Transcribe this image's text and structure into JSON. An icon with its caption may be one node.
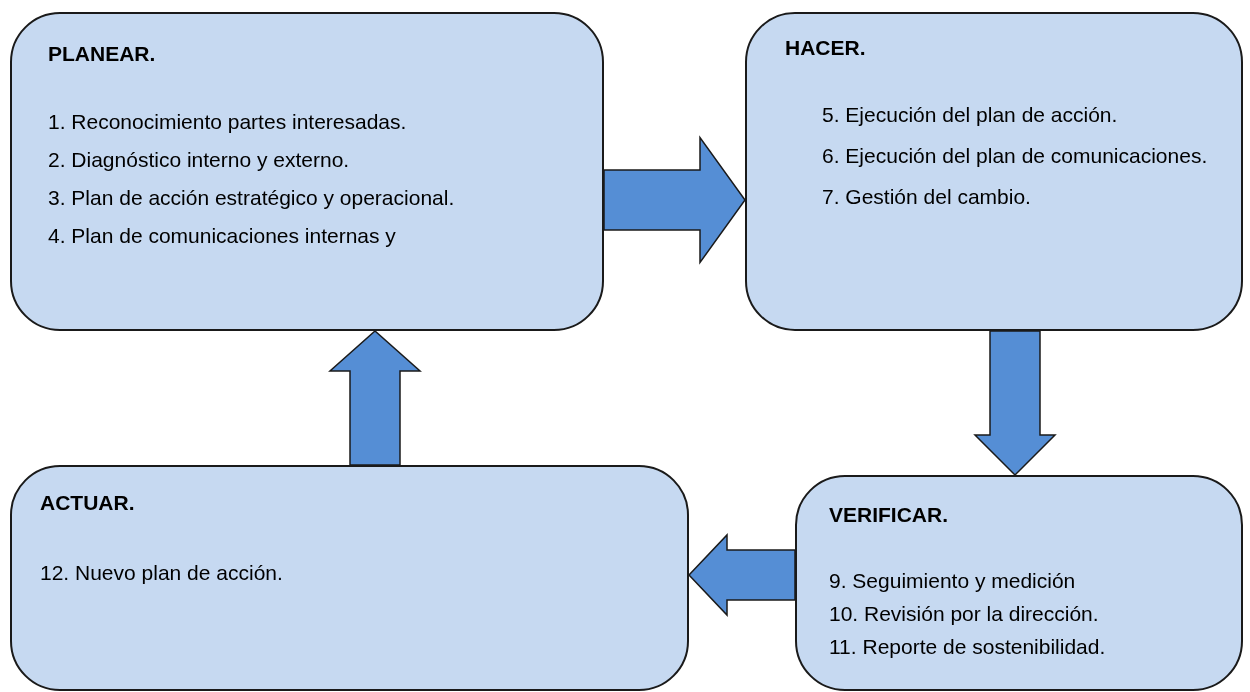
{
  "diagram": {
    "nodes": [
      {
        "text": [
          "PLANEAR.",
          "1.  Reconocimiento partes interesadas.",
          "2. Diagnóstico interno y externo.",
          "3. Plan de acción estratégico y operacional.",
          "4. Plan de comunicaciones internas y"
        ]
      },
      {
        "text": [
          "HACER.",
          "5. Ejecución del plan de acción.",
          "6. Ejecución del plan de comunicaciones.",
          "7. Gestión del cambio."
        ]
      },
      {
        "text": [
          "VERIFICAR.",
          "9. Seguimiento y medición",
          "10. Revisión por la dirección.",
          "11. Reporte de sostenibilidad."
        ]
      },
      {
        "text": [
          "ACTUAR.",
          "12. Nuevo plan de acción."
        ]
      }
    ],
    "edges": [
      {
        "from": 0,
        "to": 1,
        "arrow": "to"
      },
      {
        "from": 1,
        "to": 2,
        "arrow": "to"
      },
      {
        "from": 2,
        "to": 3,
        "arrow": "to"
      },
      {
        "from": 3,
        "to": 0,
        "arrow": "to"
      }
    ]
  }
}
